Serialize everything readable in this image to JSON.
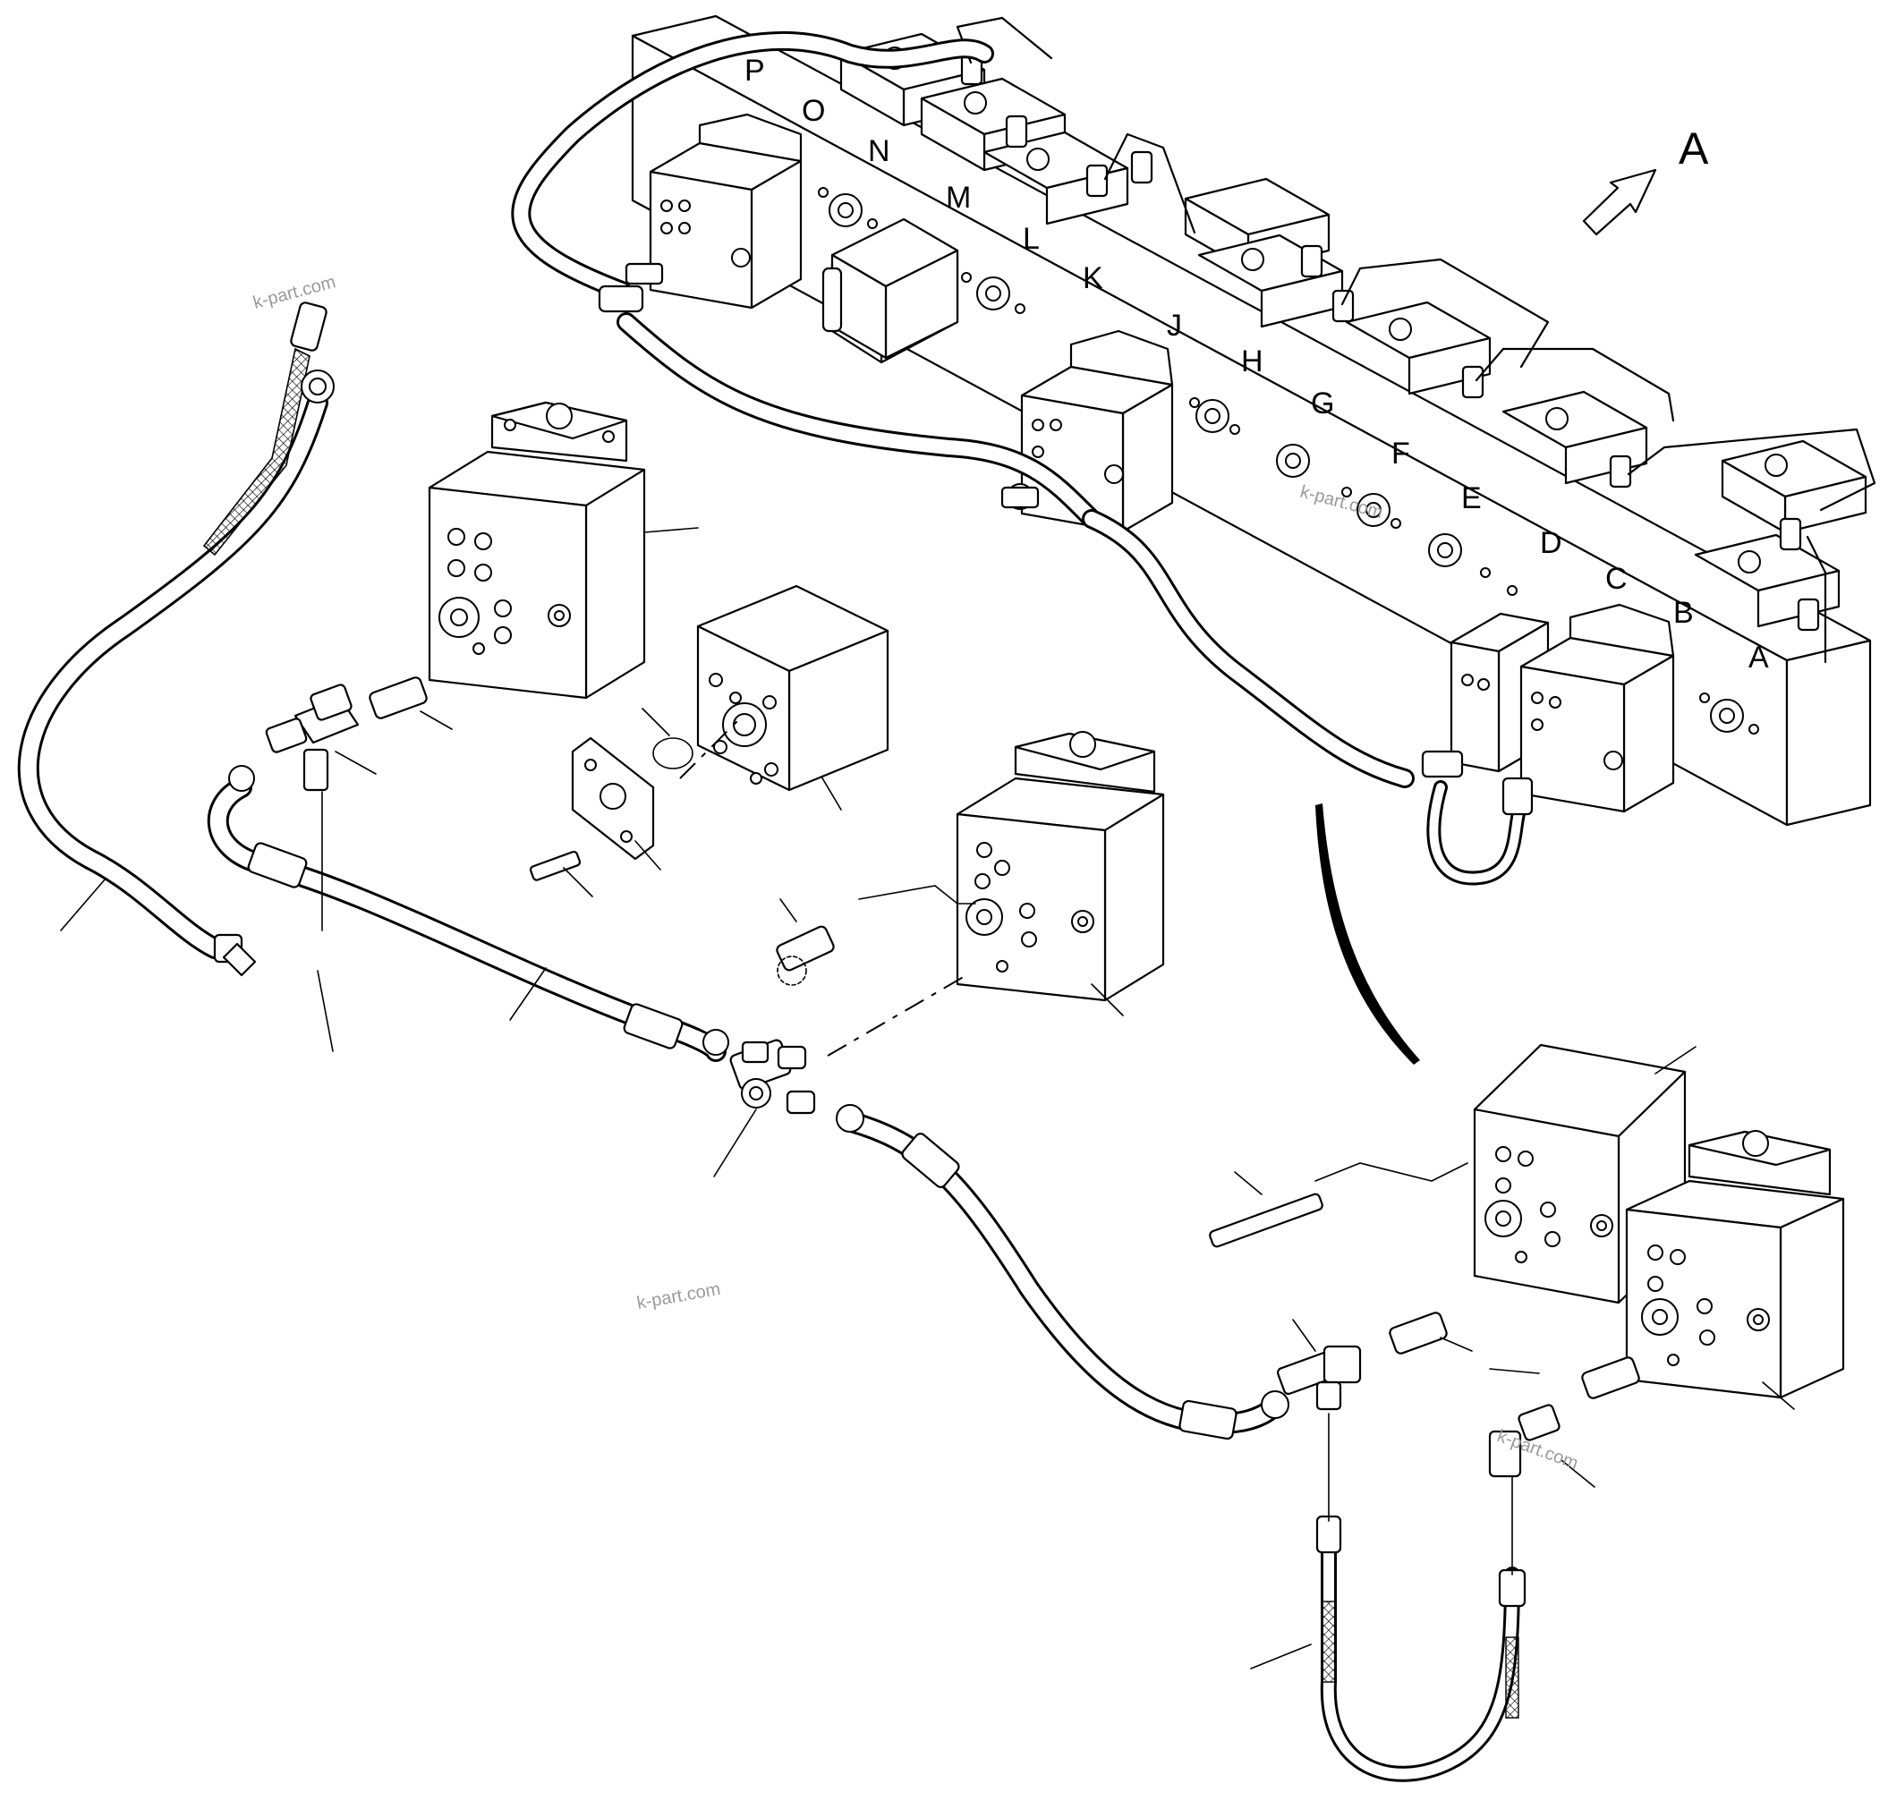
{
  "diagram": {
    "valve_section_labels": [
      "P",
      "O",
      "N",
      "M",
      "L",
      "K",
      "J",
      "H",
      "G",
      "F",
      "E",
      "D",
      "C",
      "B",
      "A"
    ],
    "view_label": "A",
    "watermarks": [
      "k-part.com",
      "k-part.com",
      "k-part.com",
      "k-part.com"
    ]
  }
}
